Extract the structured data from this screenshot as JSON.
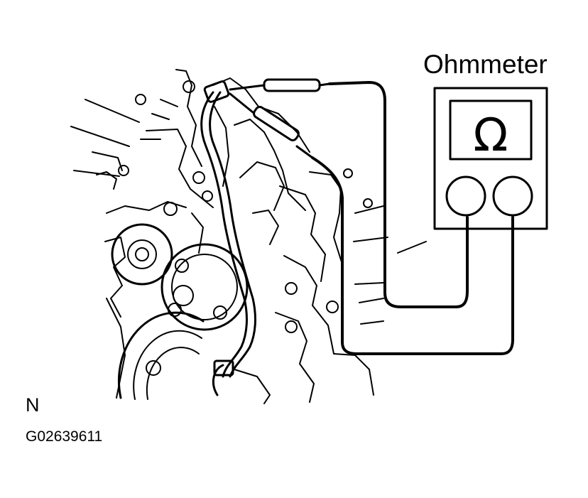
{
  "diagram": {
    "meter_label": "Ohmmeter",
    "meter_symbol": "Ω",
    "view_letter": "N",
    "figure_code": "G02639611"
  },
  "colors": {
    "ink": "#000000",
    "paper": "#ffffff"
  }
}
